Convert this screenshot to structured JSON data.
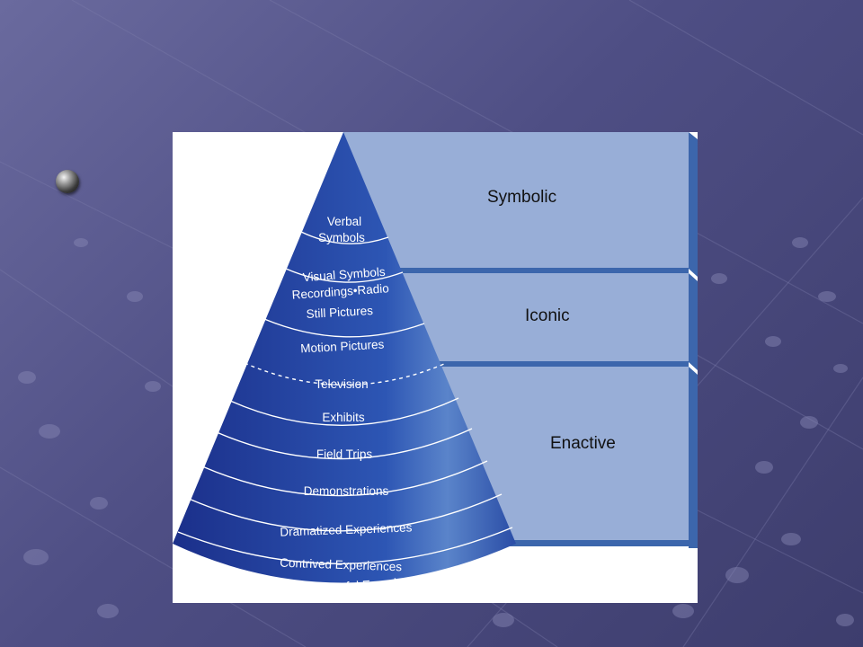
{
  "diagram": {
    "levels": [
      {
        "id": "verbal",
        "lines": [
          "Verbal",
          "Symbols"
        ]
      },
      {
        "id": "visual-symbols",
        "lines": [
          "Visual Symbols"
        ]
      },
      {
        "id": "recordings-radio",
        "lines": [
          "Recordings•Radio"
        ]
      },
      {
        "id": "still-pictures",
        "lines": [
          "Still Pictures"
        ]
      },
      {
        "id": "motion-pictures",
        "lines": [
          "Motion Pictures"
        ]
      },
      {
        "id": "television",
        "lines": [
          "Television"
        ]
      },
      {
        "id": "exhibits",
        "lines": [
          "Exhibits"
        ]
      },
      {
        "id": "field-trips",
        "lines": [
          "Field Trips"
        ]
      },
      {
        "id": "demonstrations",
        "lines": [
          "Demonstrations"
        ]
      },
      {
        "id": "dramatized",
        "lines": [
          "Dramatized Experiences"
        ]
      },
      {
        "id": "contrived",
        "lines": [
          "Contrived Experiences"
        ]
      },
      {
        "id": "direct",
        "lines": [
          "Direct, Purposeful Experiences"
        ]
      }
    ],
    "categories": [
      {
        "id": "symbolic",
        "label": "Symbolic"
      },
      {
        "id": "iconic",
        "label": "Iconic"
      },
      {
        "id": "enactive",
        "label": "Enactive"
      }
    ],
    "colors": {
      "cone_dark": "#1b2f8a",
      "cone_mid": "#2b52b0",
      "cone_light": "#5c86cc",
      "panel_fill": "#98aed7",
      "panel_border": "#3c66ac"
    }
  }
}
